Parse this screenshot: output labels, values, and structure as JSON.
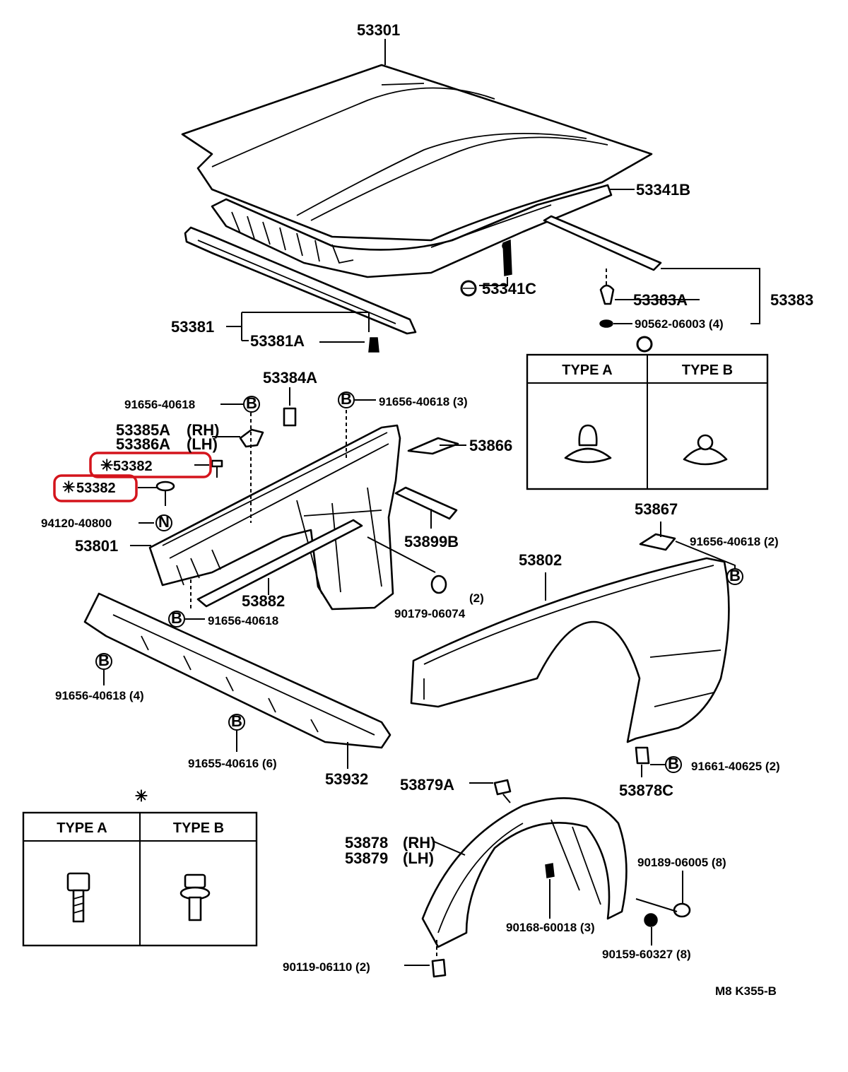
{
  "labels": {
    "p53301": "53301",
    "p53341b": "53341B",
    "p53341c": "53341C",
    "p53383a": "53383A",
    "p53383": "53383",
    "p90562": "90562-06003 (4)",
    "p53381": "53381",
    "p53381a": "53381A",
    "p53384a": "53384A",
    "p91656_a": "91656-40618",
    "p91656_b": "91656-40618 (3)",
    "p53385a": "53385A",
    "p53385a_side": "(RH)",
    "p53386a": "53386A",
    "p53386a_side": "(LH)",
    "p53866": "53866",
    "p53382_top": "53382",
    "p53382_bot": "53382",
    "p94120": "94120-40800",
    "p53801": "53801",
    "p53899b": "53899B",
    "p53882": "53882",
    "p90179_qty": "(2)",
    "p90179": "90179-06074",
    "p91656_c": "91656-40618",
    "p53867": "53867",
    "p91656_d": "91656-40618 (2)",
    "p53802": "53802",
    "p91656_e": "91656-40618 (4)",
    "p91655": "91655-40616 (6)",
    "p53932": "53932",
    "p53879a": "53879A",
    "p91661": "91661-40625 (2)",
    "p53878c": "53878C",
    "p53878": "53878",
    "p53878_side": "(RH)",
    "p53879": "53879",
    "p53879_side": "(LH)",
    "p90189": "90189-06005 (8)",
    "p90168": "90168-60018 (3)",
    "p90159": "90159-60327 (8)",
    "p90119": "90119-06110 (2)",
    "ref_code": "M8  K355-B"
  },
  "clip_table": {
    "type_a": "TYPE  A",
    "type_b": "TYPE  B"
  },
  "bolt_table": {
    "type_a": "TYPE  A",
    "type_b": "TYPE  B"
  },
  "callout_letters": {
    "b": "B",
    "n": "N"
  },
  "highlight_color": "#d4141c"
}
